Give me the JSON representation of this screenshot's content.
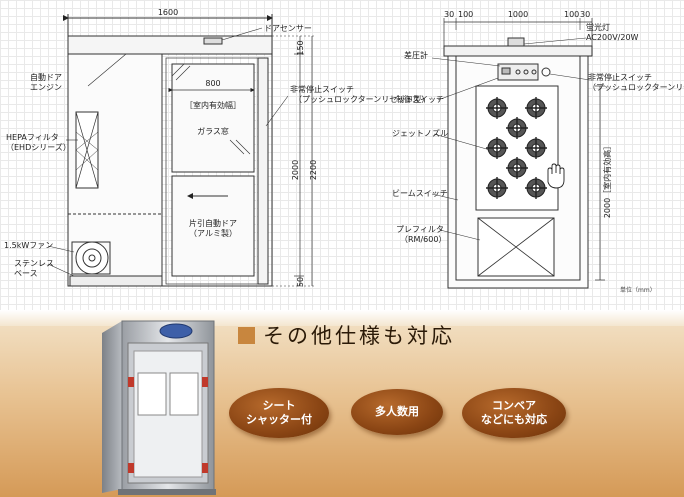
{
  "drawing": {
    "left": {
      "dim_width": "1600",
      "dim_150": "150",
      "dim_2000": "2000",
      "dim_2200": "2200",
      "dim_50": "50",
      "label_door_sensor": "ドアセンサー",
      "label_auto_door_line1": "自動ドア",
      "label_auto_door_line2": "エンジン",
      "label_hepa_line1": "HEPAフィルタ",
      "label_hepa_line2": "（EHDシリーズ）",
      "label_fan": "1.5kWファン",
      "label_base_line1": "ステンレス",
      "label_base_line2": "ベース",
      "label_inner_width": "800",
      "label_inner_eff": "［室内有効幅］",
      "label_glass": "ガラス窓",
      "label_sliding_line1": "片引自動ドア",
      "label_sliding_line2": "（アルミ製）",
      "label_emergency_line1": "非常停止スイッチ",
      "label_emergency_line2": "（プッシュロックターンリセット型）"
    },
    "right": {
      "dim_30a": "30",
      "dim_100a": "100",
      "dim_1000": "1000",
      "dim_100b": "100",
      "dim_30b": "30",
      "dim_2000_eff": "2000［室内有効高］",
      "label_lamp_line1": "蛍光灯",
      "label_lamp_line2": "AC200V/20W",
      "label_gauge": "差圧計",
      "label_control": "制御スイッチ",
      "label_emergency_line1": "非常停止スイッチ",
      "label_emergency_line2": "（プッシュロックターンリセット型）",
      "label_nozzle": "ジェットノズル",
      "label_beam": "ビームスイッチ",
      "label_prefilter_line1": "プレフィルタ",
      "label_prefilter_line2": "（RM/600）",
      "unit": "単位（mm）"
    }
  },
  "banner": {
    "heading": "その他仕様も対応",
    "bubbles": [
      {
        "line1": "シート",
        "line2": "シャッター付"
      },
      {
        "line1": "多人数用",
        "line2": ""
      },
      {
        "line1": "コンベア",
        "line2": "などにも対応"
      }
    ]
  },
  "colors": {
    "accent": "#c8863e",
    "bubble": "#8a4514",
    "banner_light": "#f3e3c9",
    "banner_dark": "#d59a57"
  }
}
